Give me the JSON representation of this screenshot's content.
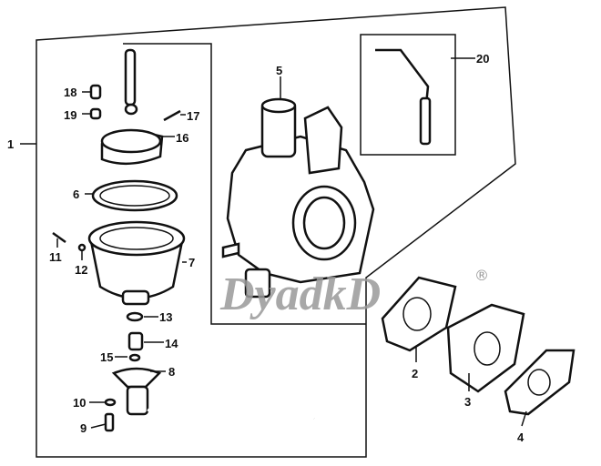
{
  "diagram": {
    "title": "Carburetor assembly exploded view",
    "watermark": "DyadkD",
    "registered_mark": "®",
    "labels": [
      "1",
      "2",
      "3",
      "4",
      "5",
      "6",
      "7",
      "8",
      "9",
      "10",
      "11",
      "12",
      "13",
      "14",
      "15",
      "16",
      "17",
      "18",
      "19",
      "20"
    ]
  }
}
